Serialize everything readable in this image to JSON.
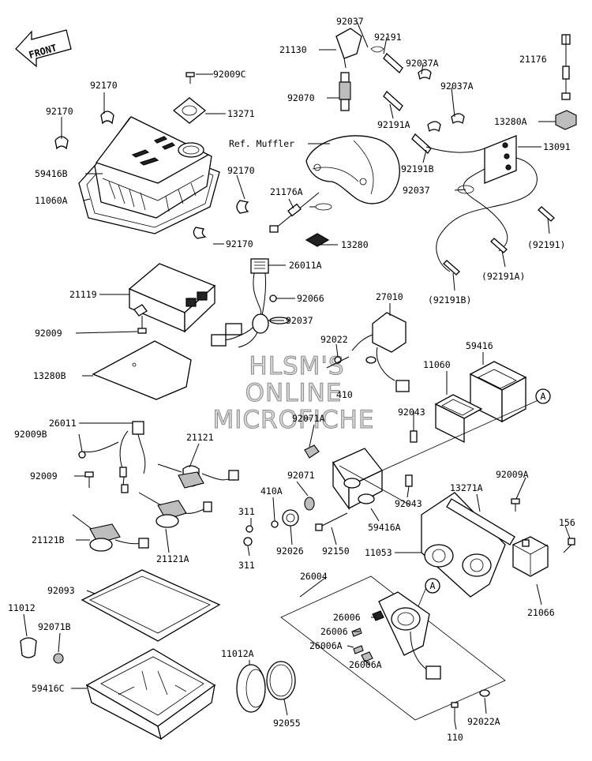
{
  "front_arrow_label": "FRONT",
  "watermark": [
    "HLSM'S",
    "ONLINE",
    "MICROFICHE"
  ],
  "reference_text": "Ref. Muffler",
  "part_labels": [
    "92037",
    "92191",
    "21130",
    "21176",
    "92037A",
    "92009C",
    "92037A",
    "92170",
    "92070",
    "92170",
    "13271",
    "13280A",
    "92191A",
    "13091",
    "59416B",
    "92170",
    "92191B",
    "11060A",
    "21176A",
    "92037",
    "92170",
    "13280",
    "(92191)",
    "26011A",
    "(92191A)",
    "21119",
    "27010",
    "92066",
    "(92191B)",
    "92037",
    "92009",
    "92022",
    "59416",
    "11060",
    "13280B",
    "410",
    "92043",
    "26011",
    "92071A",
    "92009B",
    "21121",
    "92071",
    "92009A",
    "92009",
    "13271A",
    "410A",
    "92043",
    "311",
    "156",
    "21121B",
    "92026",
    "92150",
    "59416A",
    "11053",
    "21121A",
    "311",
    "26004",
    "92093",
    "21066",
    "11012",
    "26006",
    "92071B",
    "26006",
    "26006A",
    "11012A",
    "26006A",
    "59416C",
    "92055",
    "92022A",
    "110"
  ],
  "callouts": [
    "A",
    "A"
  ]
}
